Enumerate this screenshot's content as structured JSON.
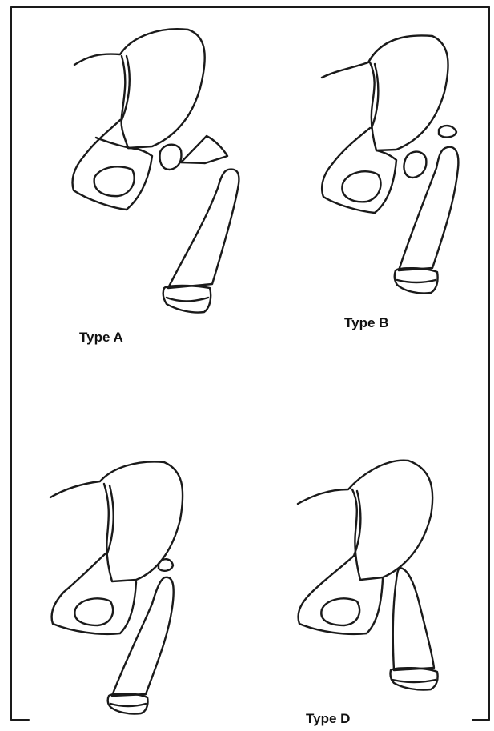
{
  "labels": {
    "type_a": "Type A",
    "type_b": "Type B",
    "type_d": "Type D"
  },
  "colors": {
    "line": "#1a1a1a",
    "background": "#ffffff"
  }
}
